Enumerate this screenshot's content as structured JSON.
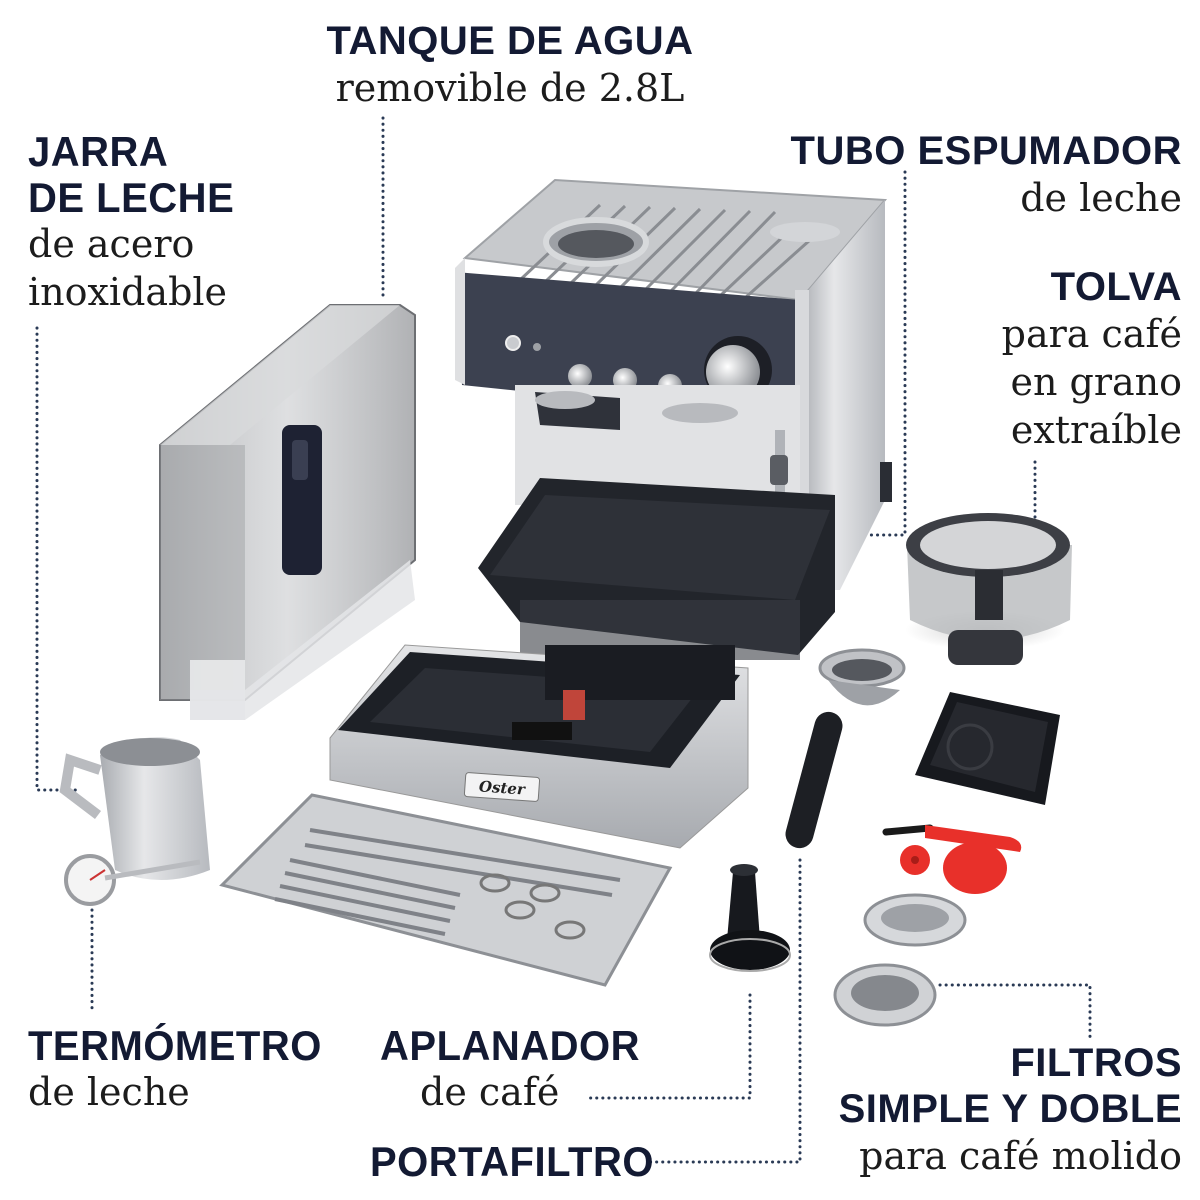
{
  "product": {
    "brand": "Oster"
  },
  "labels": {
    "water_tank": {
      "title": "TANQUE DE AGUA",
      "subtitle": "removible de 2.8L"
    },
    "milk_jug": {
      "title_line1": "JARRA",
      "title_line2": "DE LECHE",
      "subtitle_line1": "de acero",
      "subtitle_line2": "inoxidable"
    },
    "steam_wand": {
      "title": "TUBO ESPUMADOR",
      "subtitle": "de leche"
    },
    "hopper": {
      "title": "TOLVA",
      "subtitle_line1": "para café",
      "subtitle_line2": "en grano",
      "subtitle_line3": "extraíble"
    },
    "thermometer": {
      "title": "TERMÓMETRO",
      "subtitle": "de leche"
    },
    "tamper": {
      "title": "APLANADOR",
      "subtitle": "de café"
    },
    "portafilter": {
      "title": "PORTAFILTRO"
    },
    "filters": {
      "title_line1": "FILTROS",
      "title_line2": "SIMPLE Y DOBLE",
      "subtitle": "para café molido"
    }
  },
  "colors": {
    "title_navy": "#131a33",
    "leader_dots": "#2a3a55",
    "panel_dark": "#3c4150",
    "steel": "#c9cbcf",
    "accent_red": "#e8302a"
  }
}
